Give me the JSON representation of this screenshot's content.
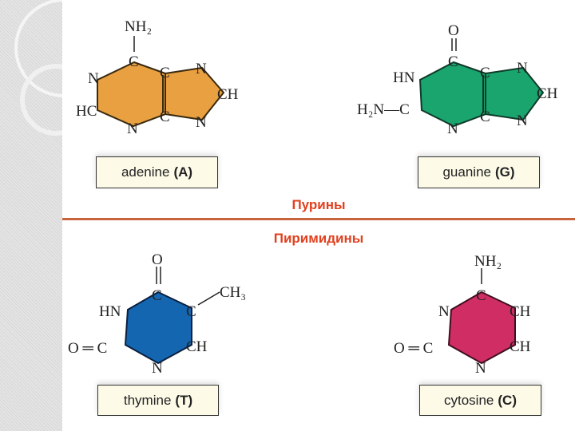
{
  "headings": {
    "purines": "Пурины",
    "pyrimidines": "Пиримидины"
  },
  "colors": {
    "adenine": "#e9a040",
    "guanine": "#1aa56e",
    "thymine": "#1466b0",
    "cytosine": "#d02d64",
    "heading": "#e2401e"
  },
  "adenine": {
    "name": "adenine",
    "letter": "(A)",
    "atoms": {
      "nh2": "NH₂",
      "c1": "C",
      "n_left": "N",
      "c_top": "C",
      "n_right_top": "N",
      "ch": "CH",
      "c_bottom": "C",
      "n_right_bottom": "N",
      "hc": "HC",
      "n_bottom": "N"
    }
  },
  "guanine": {
    "name": "guanine",
    "letter": "(G)",
    "atoms": {
      "o": "O",
      "c1": "C",
      "hn": "HN",
      "c_top": "C",
      "n_right_top": "N",
      "ch": "CH",
      "h2n": "H₂N—C",
      "c_bottom": "C",
      "n_right_bottom": "N",
      "n_bottom": "N"
    }
  },
  "thymine": {
    "name": "thymine",
    "letter": "(T)",
    "atoms": {
      "o": "O",
      "c1": "C",
      "hn": "HN",
      "c_right": "C",
      "ch3": "CH₃",
      "oc": "O ═ C",
      "ch": "CH",
      "n_bottom": "N"
    }
  },
  "cytosine": {
    "name": "cytosine",
    "letter": "(C)",
    "atoms": {
      "nh2": "NH₂",
      "c1": "C",
      "n_left": "N",
      "ch_top": "CH",
      "oc": "O ═ C",
      "ch_bottom": "CH",
      "n_bottom": "N"
    }
  }
}
